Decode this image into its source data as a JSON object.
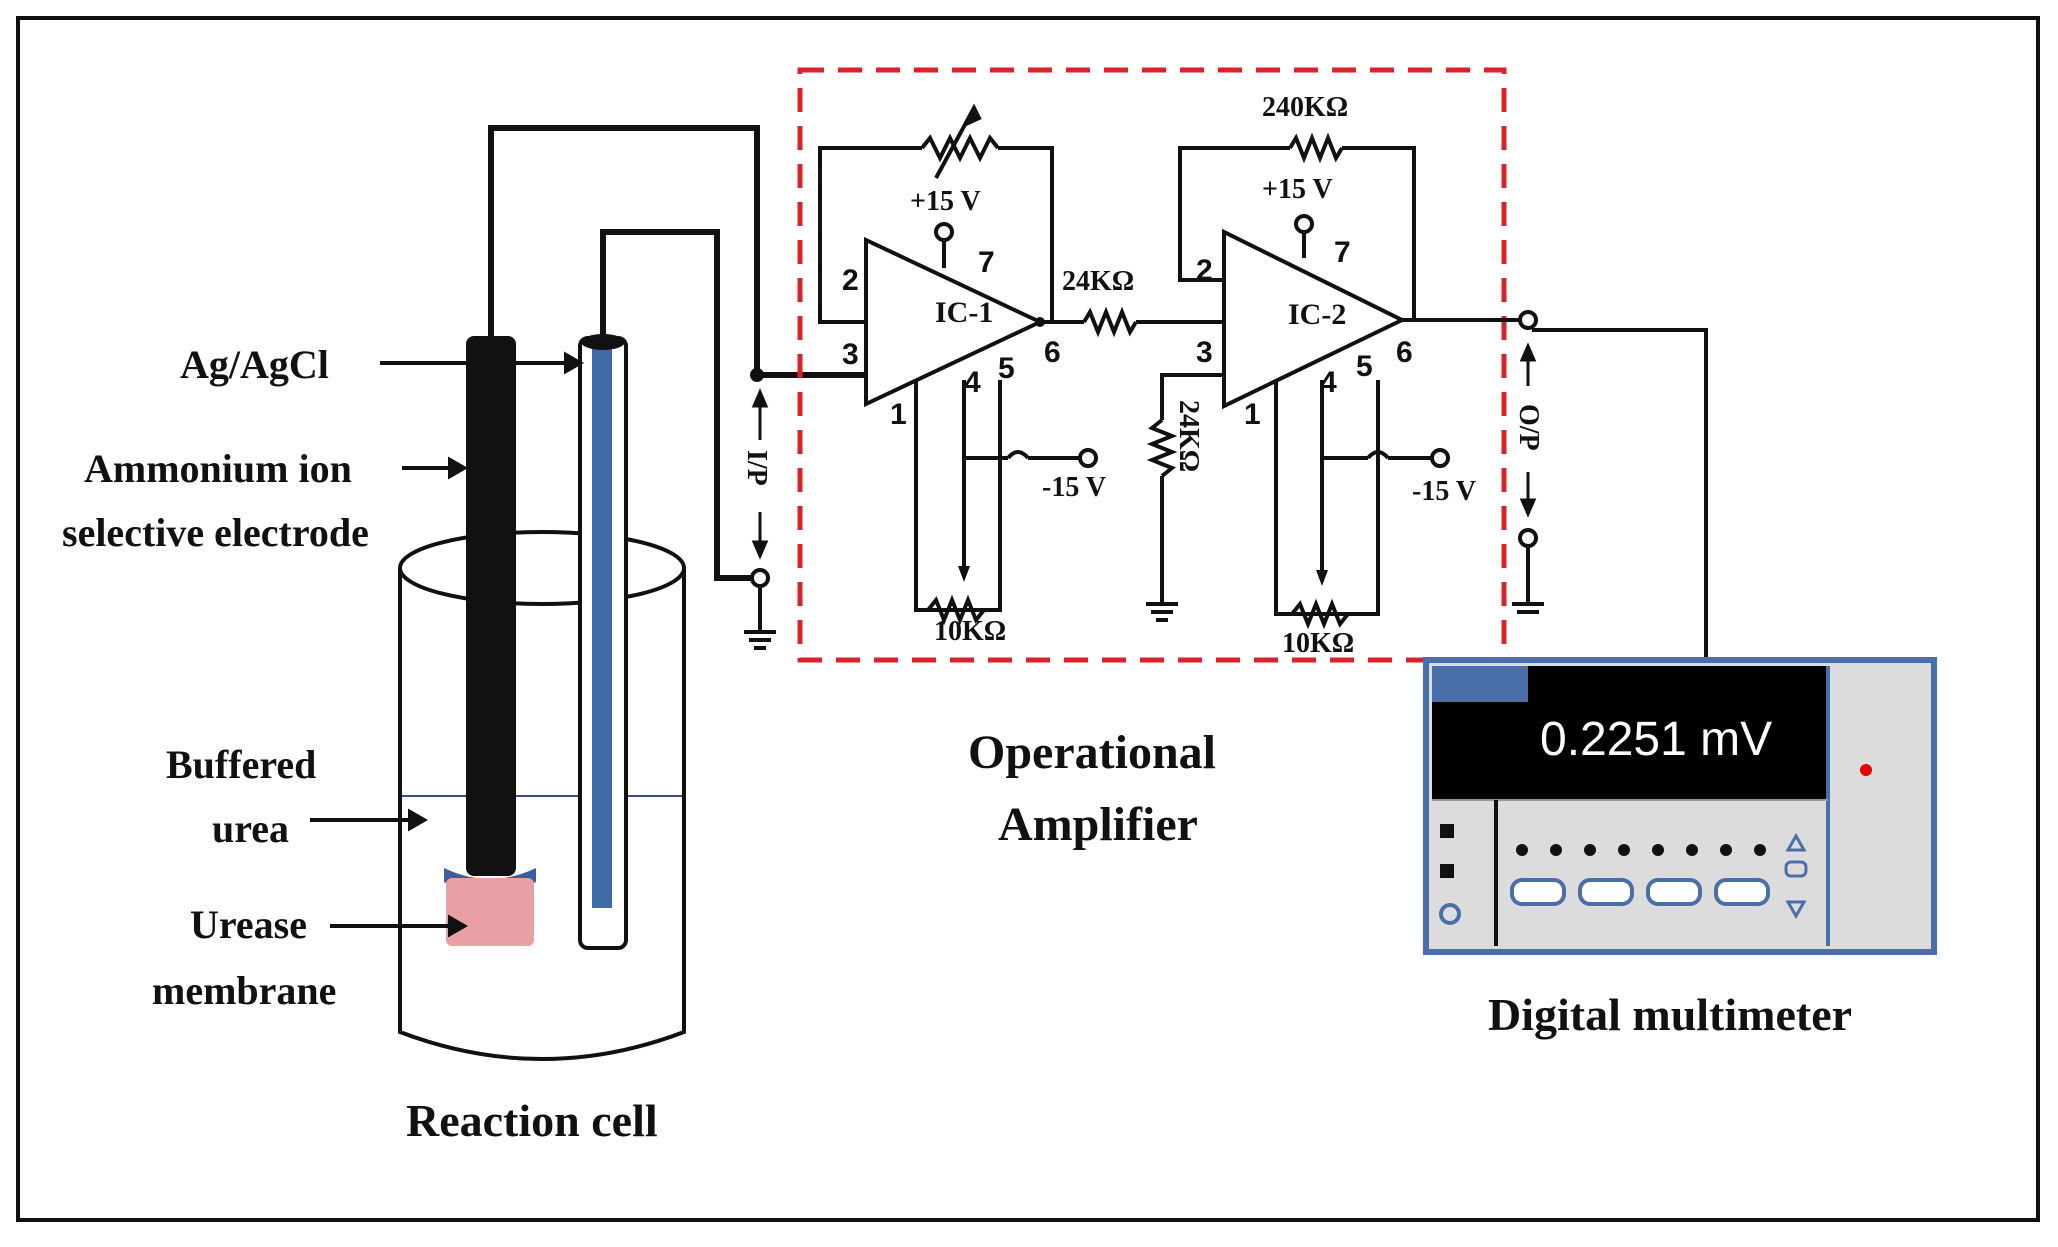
{
  "labels": {
    "ag_agcl": "Ag/AgCl",
    "ammonium_line1": "Ammonium ion",
    "ammonium_line2": "selective electrode",
    "buffered_line1": "Buffered",
    "buffered_line2": "urea",
    "urease_line1": "Urease",
    "urease_line2": "membrane",
    "reaction_cell": "Reaction cell",
    "opamp_line1": "Operational",
    "opamp_line2": "Amplifier",
    "digital_multimeter": "Digital multimeter",
    "input": "I/P",
    "output": "O/P"
  },
  "circuit": {
    "ic1": "IC-1",
    "ic2": "IC-2",
    "plus15_1": "+15 V",
    "plus15_2": "+15 V",
    "minus15_1": "-15 V",
    "minus15_2": "-15 V",
    "r_24k_series": "24KΩ",
    "r_24k_ground": "24KΩ",
    "r_240k": "240KΩ",
    "r_10k_1": "10KΩ",
    "r_10k_2": "10KΩ",
    "pins_ic1": {
      "p2": "2",
      "p3": "3",
      "p7": "7",
      "p6": "6",
      "p4": "4",
      "p5": "5",
      "p1": "1"
    },
    "pins_ic2": {
      "p2": "2",
      "p3": "3",
      "p7": "7",
      "p6": "6",
      "p4": "4",
      "p5": "5",
      "p1": "1"
    }
  },
  "multimeter": {
    "reading": "0.2251 mV"
  },
  "colors": {
    "line": "#111111",
    "dashed_box": "#d9222a",
    "ref_electrode": "#3f6aa6",
    "membrane": "#e8a0a4",
    "membrane_cap": "#3b5da3",
    "dmm_frame": "#4a6ea8",
    "dmm_body": "#d8d8d8",
    "dmm_screen": "#000000",
    "dmm_indicator": "#e60000"
  }
}
